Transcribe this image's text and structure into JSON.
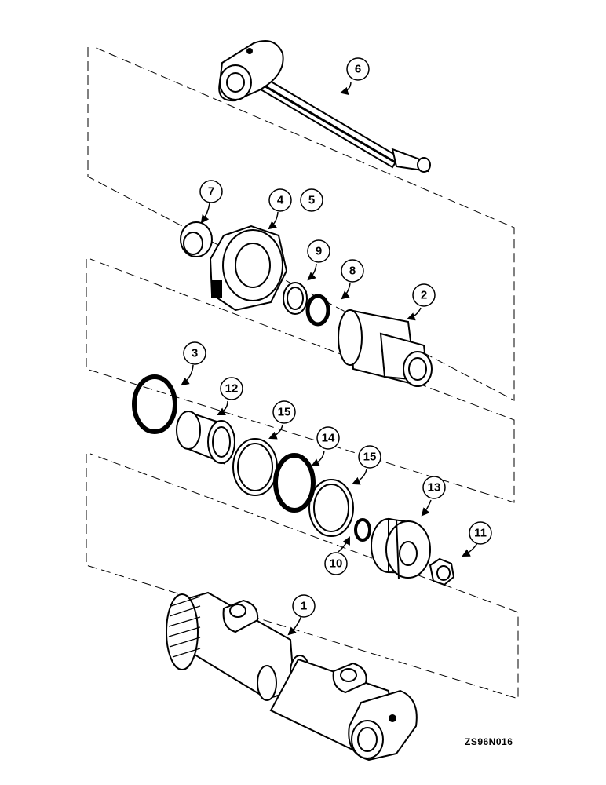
{
  "figure_code": "ZS96N016",
  "callouts": {
    "c1": "1",
    "c2": "2",
    "c3": "3",
    "c4": "4",
    "c5": "5",
    "c6": "6",
    "c7": "7",
    "c8": "8",
    "c9": "9",
    "c10": "10",
    "c11": "11",
    "c12": "12",
    "c13": "13",
    "c14": "14",
    "c15a": "15",
    "c15b": "15"
  },
  "colors": {
    "line": "#000000",
    "paper": "#ffffff"
  }
}
